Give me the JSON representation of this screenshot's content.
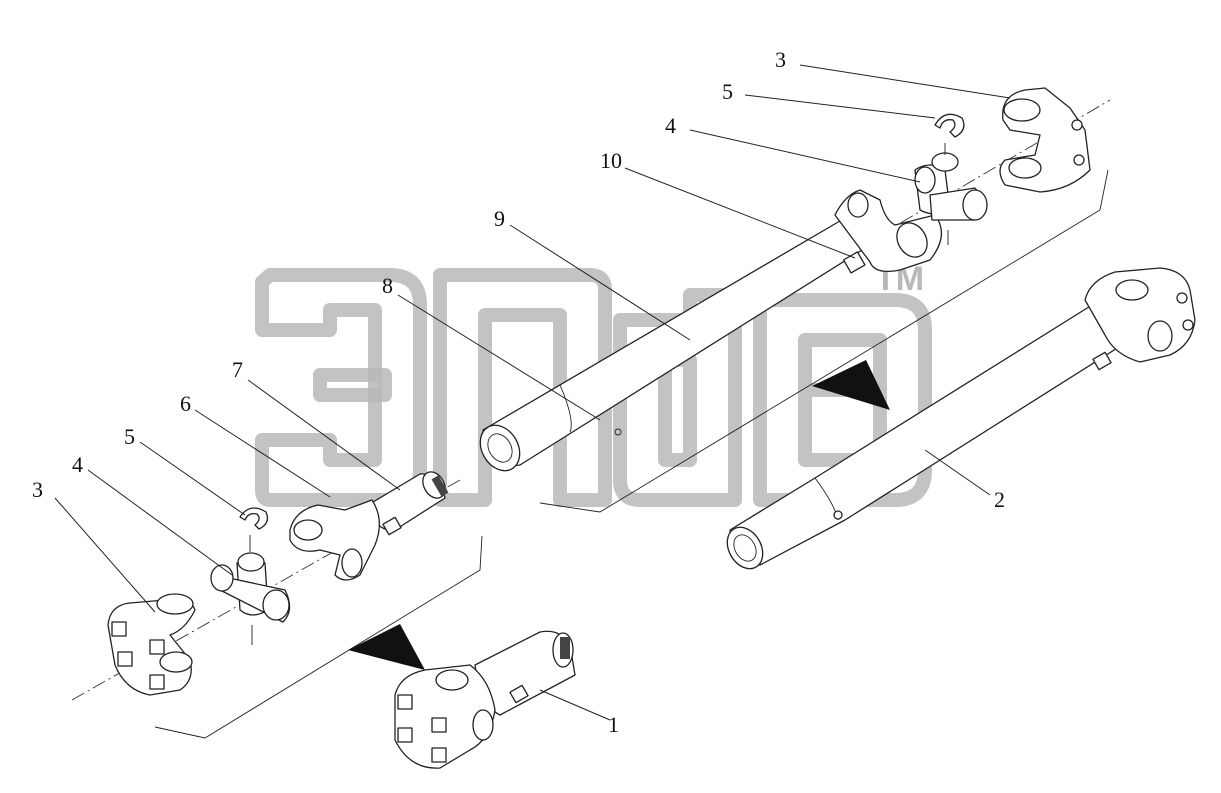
{
  "watermark": {
    "trademark": "TM"
  },
  "callouts": [
    {
      "id": "c1",
      "label": "1"
    },
    {
      "id": "c2",
      "label": "2"
    },
    {
      "id": "c3a",
      "label": "3"
    },
    {
      "id": "c3b",
      "label": "3"
    },
    {
      "id": "c4a",
      "label": "4"
    },
    {
      "id": "c4b",
      "label": "4"
    },
    {
      "id": "c5a",
      "label": "5"
    },
    {
      "id": "c5b",
      "label": "5"
    },
    {
      "id": "c6",
      "label": "6"
    },
    {
      "id": "c7",
      "label": "7"
    },
    {
      "id": "c8",
      "label": "8"
    },
    {
      "id": "c9",
      "label": "9"
    },
    {
      "id": "c10",
      "label": "10"
    }
  ],
  "colors": {
    "ink": "#222222",
    "watermark": "#b9b9b9",
    "background": "#ffffff"
  }
}
